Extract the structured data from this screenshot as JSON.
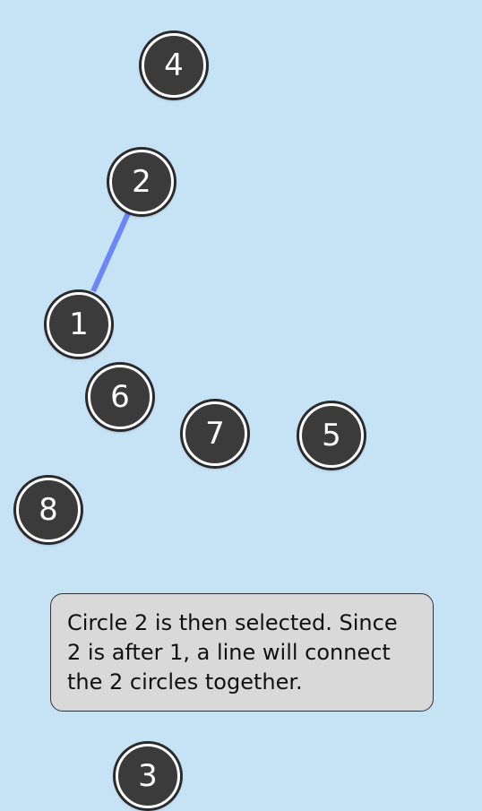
{
  "game": {
    "line_color": "#6b86f5",
    "nodes": [
      {
        "id": "n1",
        "label": "1"
      },
      {
        "id": "n2",
        "label": "2"
      },
      {
        "id": "n3",
        "label": "3"
      },
      {
        "id": "n4",
        "label": "4"
      },
      {
        "id": "n5",
        "label": "5"
      },
      {
        "id": "n6",
        "label": "6"
      },
      {
        "id": "n7",
        "label": "7"
      },
      {
        "id": "n8",
        "label": "8"
      }
    ],
    "connections": [
      [
        "1",
        "2"
      ]
    ],
    "selected": "2"
  },
  "tutorial": {
    "text": "Circle 2 is then selected. Since 2 is after 1, a line will connect the 2 circles together."
  }
}
